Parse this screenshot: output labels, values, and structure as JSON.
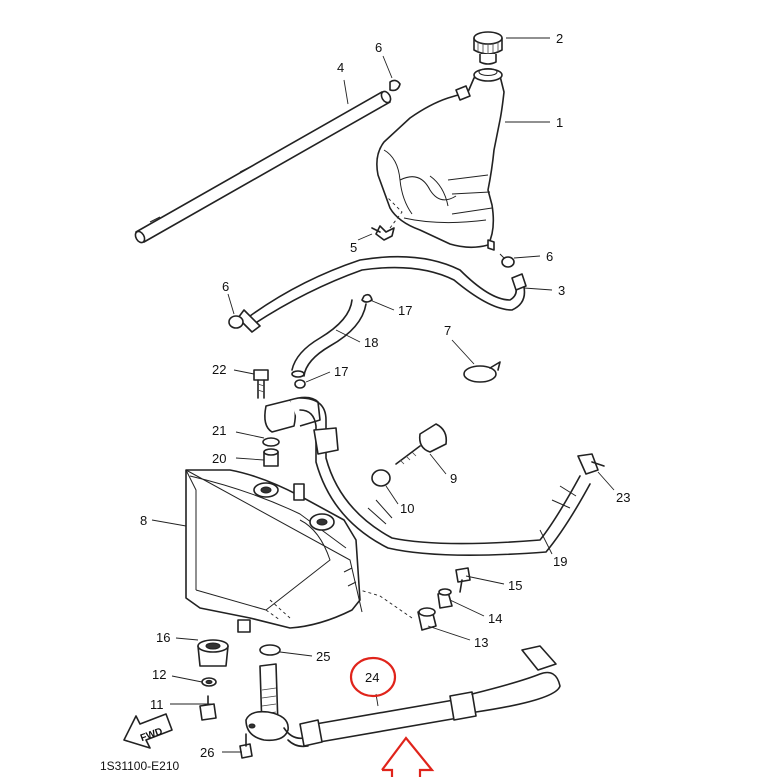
{
  "diagram_code": "1S31100-E210",
  "fwd_label": "FWD",
  "callouts": {
    "c1": "1",
    "c2": "2",
    "c3": "3",
    "c4": "4",
    "c5": "5",
    "c6a": "6",
    "c6b": "6",
    "c6c": "6",
    "c7": "7",
    "c8": "8",
    "c9": "9",
    "c10": "10",
    "c11": "11",
    "c12": "12",
    "c13": "13",
    "c14": "14",
    "c15": "15",
    "c16": "16",
    "c17a": "17",
    "c17b": "17",
    "c18": "18",
    "c19": "19",
    "c20": "20",
    "c21": "21",
    "c22": "22",
    "c23": "23",
    "c24": "24",
    "c25": "25",
    "c26": "26"
  },
  "highlight": {
    "part": "24",
    "color": "#e0241b"
  }
}
